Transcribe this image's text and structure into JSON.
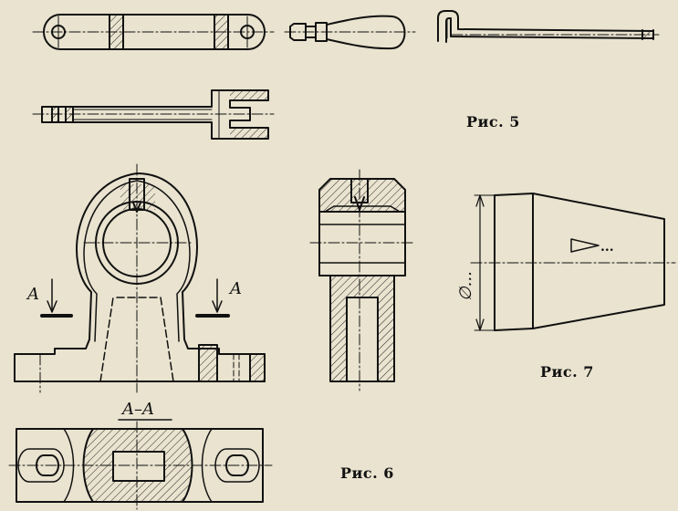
{
  "figures": {
    "fig5": {
      "caption": "Рис. 5"
    },
    "fig6": {
      "caption": "Рис. 6",
      "section_label": "A–A",
      "cut_label_left": "A",
      "cut_label_right": "A"
    },
    "fig7": {
      "caption": "Рис. 7",
      "diameter_label": "∅...",
      "taper_marker": "▷..."
    }
  },
  "colors": {
    "paper": "#e9e3cf",
    "ink": "#111111"
  }
}
